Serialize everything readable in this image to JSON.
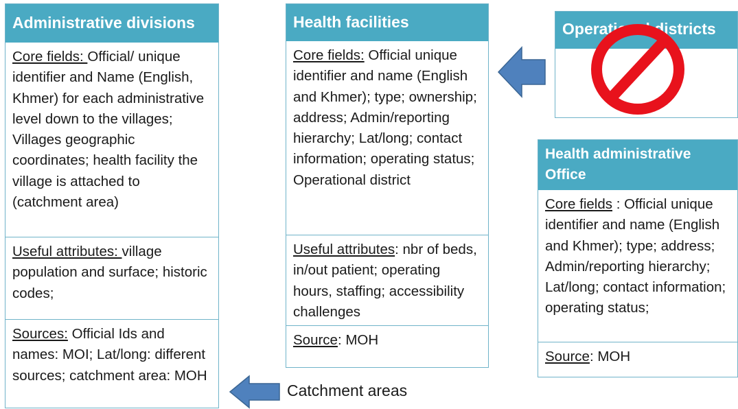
{
  "admin": {
    "title": "Administrative divisions",
    "core_label": "Core fields: ",
    "core_text": "Official/ unique identifier and Name (English, Khmer) for each administrative level down to the villages;  Villages geographic coordinates; health facility the village is attached to (catchment area)",
    "useful_label": "Useful attributes: ",
    "useful_text": " village population and surface; historic codes;",
    "sources_label": "Sources:",
    "sources_text": "  Official Ids and names: MOI; Lat/long: different sources; catchment area: MOH"
  },
  "health": {
    "title": "Health facilities",
    "core_label": "Core fields:",
    "core_text": " Official unique identifier and name (English and Khmer); type; ownership; address; Admin/reporting hierarchy;  Lat/long; contact information; operating status; Operational district",
    "useful_label": "Useful attributes",
    "useful_text": ": nbr of beds, in/out patient; operating hours, staffing; accessibility challenges",
    "source_label": "Source",
    "source_text": ": MOH"
  },
  "operational": {
    "title": "Operational districts"
  },
  "office": {
    "title": "Health administrative Office",
    "core_label": "Core fields",
    "core_text": " : Official unique identifier and name (English and Khmer);  type; address; Admin/reporting hierarchy;  Lat/long; contact information; operating status;",
    "source_label": "Source",
    "source_text": ": MOH"
  },
  "catchment_caption": "Catchment areas",
  "colors": {
    "header": "#4aaac3",
    "arrow": "#4f81bd",
    "prohibit": "#e8121c"
  }
}
